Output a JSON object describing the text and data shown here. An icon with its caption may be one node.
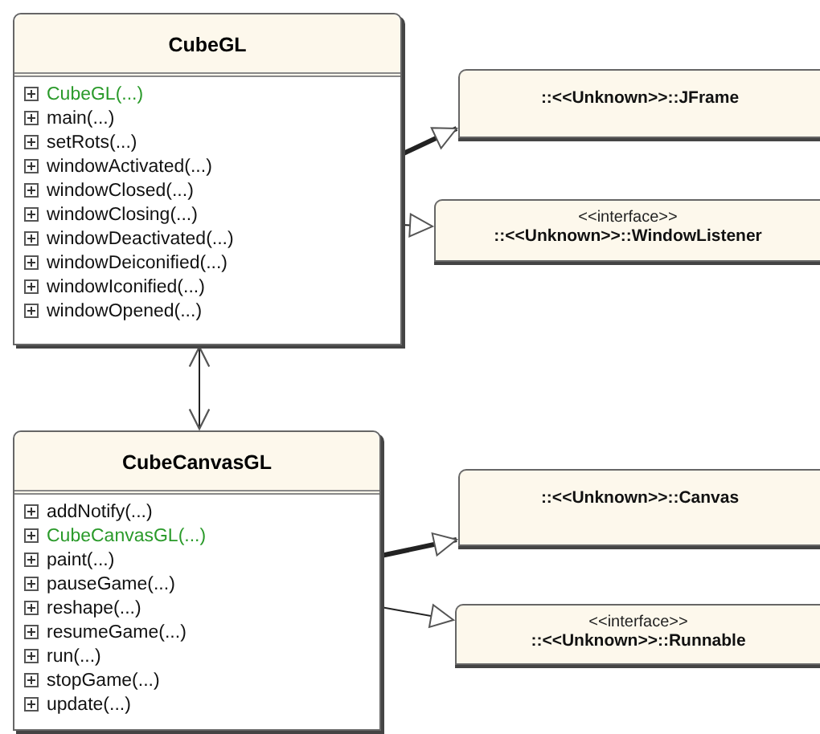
{
  "diagram": {
    "nodes": [
      {
        "text": [
          "CubeGL",
          "CubeGL(...)",
          "main(...)",
          "setRots(...)",
          "windowActivated(...)",
          "windowClosed(...)",
          "windowClosing(...)",
          "windowDeactivated(...)",
          "windowDeiconified(...)",
          "windowIconified(...)",
          "windowOpened(...)"
        ]
      },
      {
        "text": [
          "CubeCanvasGL",
          "addNotify(...)",
          "CubeCanvasGL(...)",
          "paint(...)",
          "pauseGame(...)",
          "reshape(...)",
          "resumeGame(...)",
          "run(...)",
          "stopGame(...)",
          "update(...)"
        ]
      },
      {
        "text": [
          "::<<Unknown>>::JFrame"
        ]
      },
      {
        "text": [
          "<<interface>>",
          "::<<Unknown>>::WindowListener"
        ]
      },
      {
        "text": [
          "::<<Unknown>>::Canvas"
        ]
      },
      {
        "text": [
          "<<interface>>",
          "::<<Unknown>>::Runnable"
        ]
      }
    ],
    "edges": [
      {
        "from": 0,
        "to": 2,
        "arrow": "to",
        "style": "thick"
      },
      {
        "from": 0,
        "to": 3,
        "arrow": "to"
      },
      {
        "from": 0,
        "to": 1,
        "arrow": "both"
      },
      {
        "from": 1,
        "to": 4,
        "arrow": "to",
        "style": "thick"
      },
      {
        "from": 1,
        "to": 5,
        "arrow": "to"
      }
    ]
  }
}
